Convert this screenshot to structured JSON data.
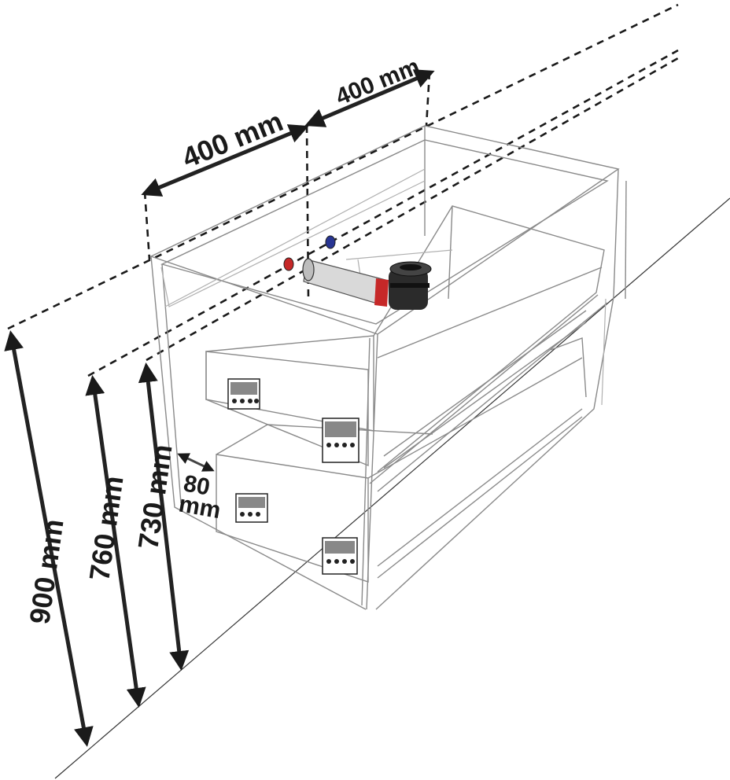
{
  "diagram": {
    "dimensions": {
      "width_left": "400 mm",
      "width_right": "400 mm",
      "height_total": "900 mm",
      "height_pipe_upper": "760 mm",
      "height_pipe_lower": "730 mm",
      "drawer_clearance_value": "80",
      "drawer_clearance_unit": "mm"
    },
    "colors": {
      "line": "#1a1a1a",
      "ghost_line": "#8a8a8a",
      "hot_water_valve": "#c62828",
      "cold_water_valve": "#283593",
      "siphon": "#2b2b2b",
      "pipe": "#d9d9d9"
    },
    "icons": {
      "hot_water": "red-valve-icon",
      "cold_water": "blue-valve-icon",
      "drain": "siphon-icon"
    }
  }
}
